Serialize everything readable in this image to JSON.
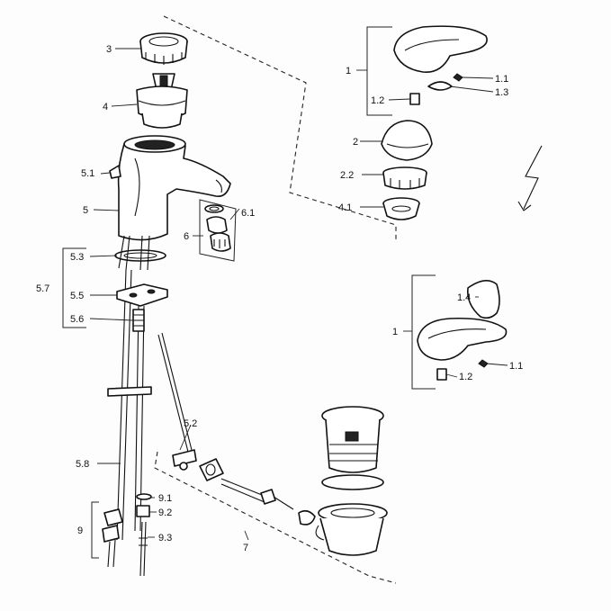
{
  "callouts": {
    "c1_top": "1",
    "c1_1_top": "1.1",
    "c1_2_top": "1.2",
    "c1_3": "1.3",
    "c2": "2",
    "c2_2": "2.2",
    "c3": "3",
    "c4": "4",
    "c4_1": "4.1",
    "c5": "5",
    "c5_1": "5.1",
    "c5_2": "5.2",
    "c5_3": "5.3",
    "c5_5": "5.5",
    "c5_6": "5.6",
    "c5_7": "5.7",
    "c5_8": "5.8",
    "c6": "6",
    "c6_1": "6.1",
    "c7": "7",
    "c9": "9",
    "c9_1": "9.1",
    "c9_2": "9.2",
    "c9_3": "9.3",
    "c1_bottom": "1",
    "c1_1_bottom": "1.1",
    "c1_2_bottom": "1.2",
    "c1_4": "1.4"
  },
  "icons": {
    "warning": "lightning-bolt-icon"
  }
}
